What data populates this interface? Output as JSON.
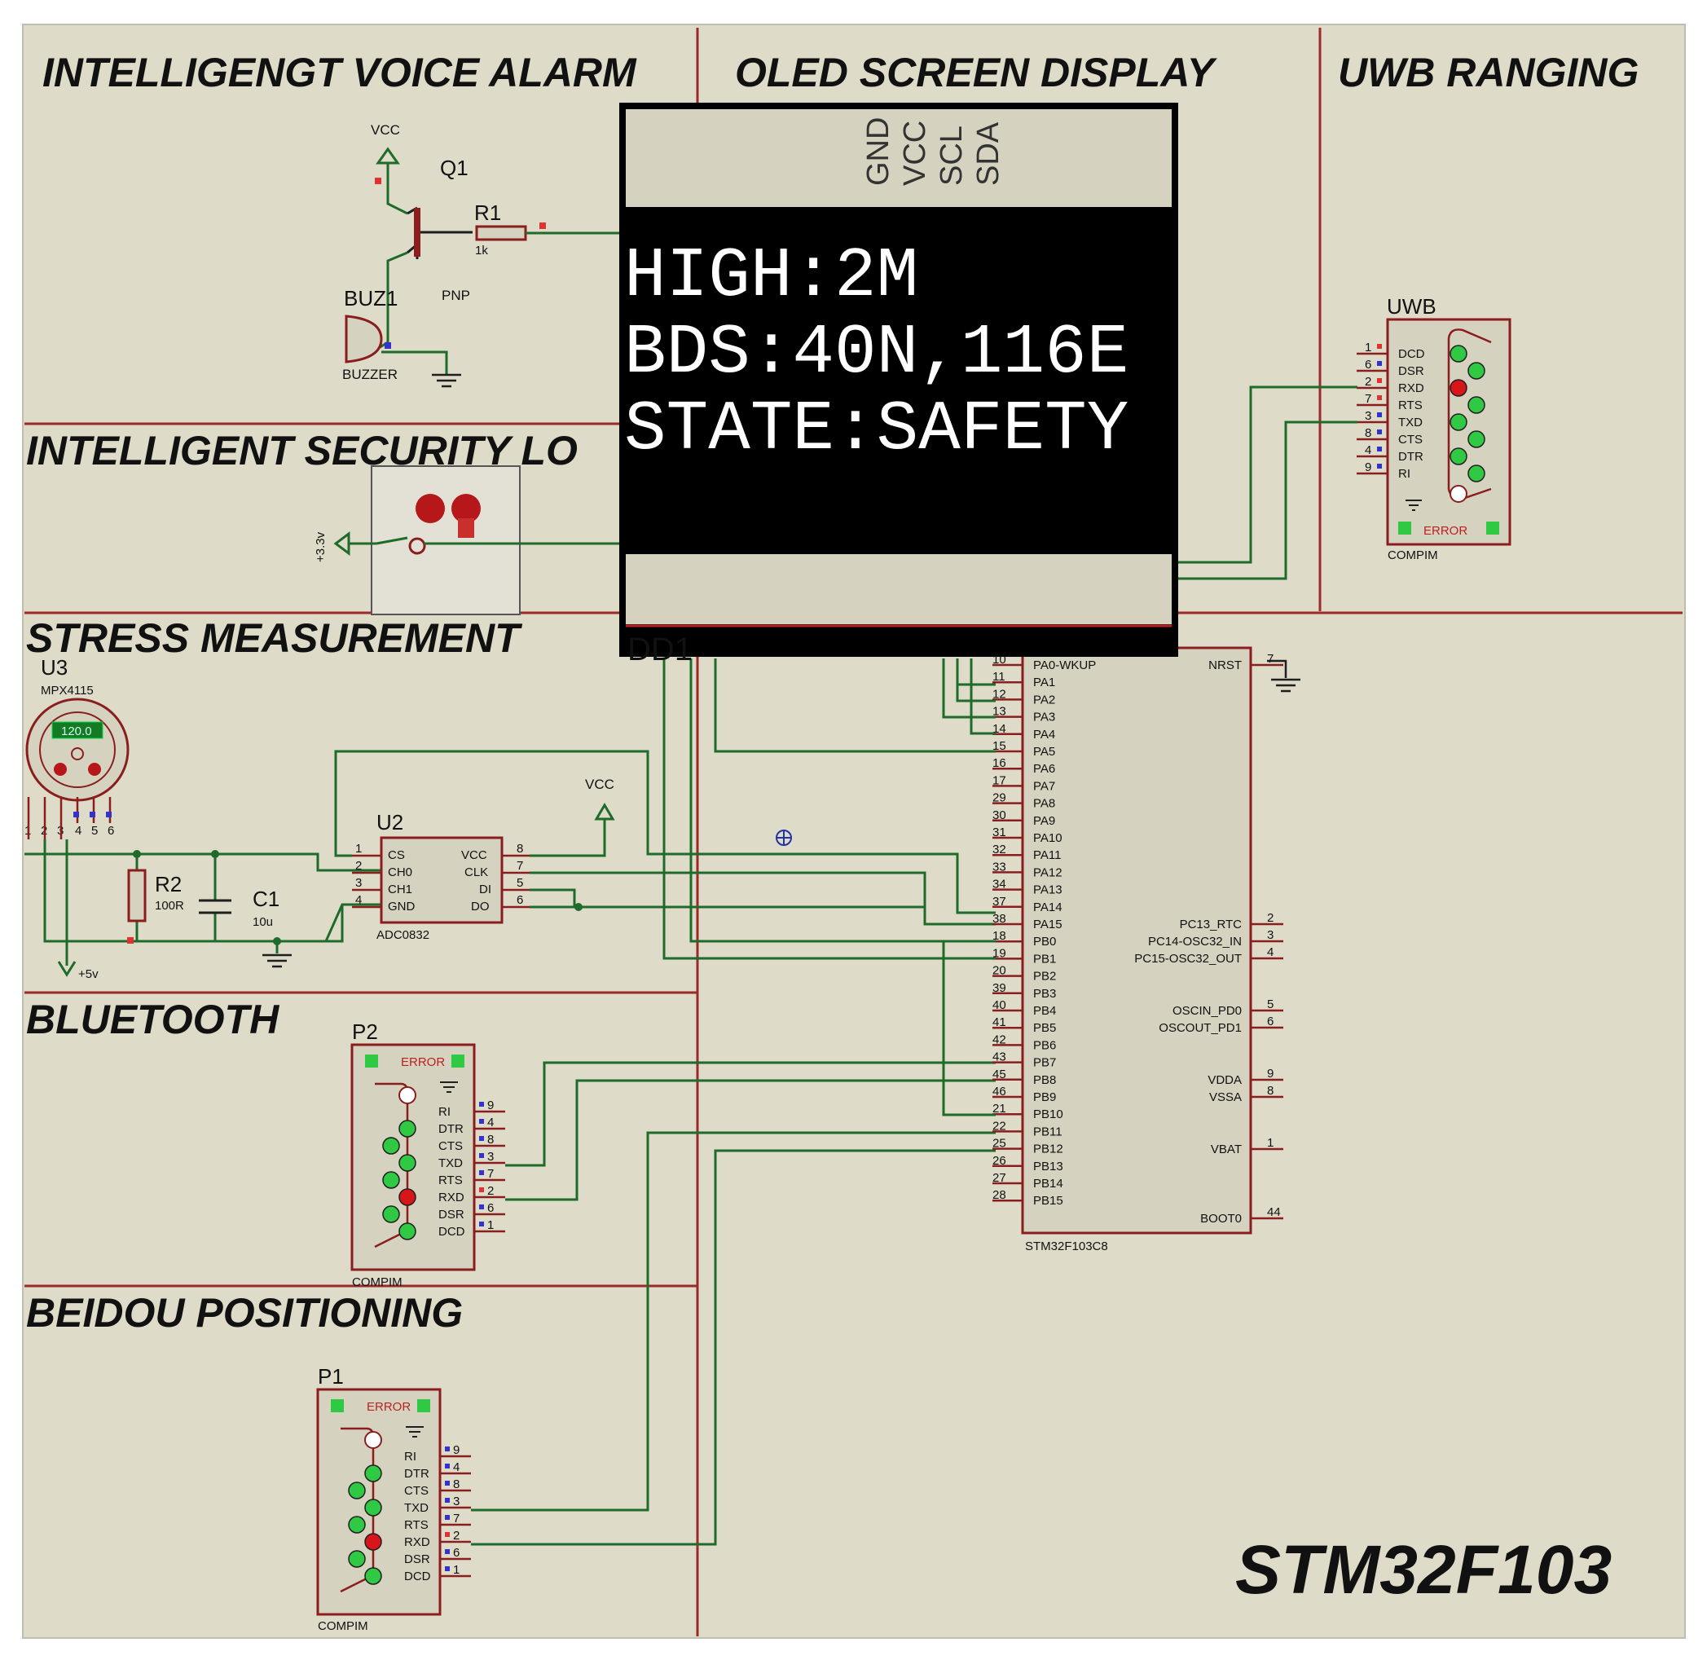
{
  "sections": {
    "voice_alarm": "INTELLIGENGT VOICE ALARM",
    "oled": "OLED SCREEN DISPLAY",
    "uwb": "UWB RANGING",
    "security_lock": "INTELLIGENT  SECURITY  LO",
    "stress": "STRESS  MEASUREMENT",
    "bluetooth": "BLUETOOTH",
    "beidou": "BEIDOU  POSITIONING",
    "mcu_title": "STM32F103"
  },
  "oled": {
    "pins": [
      "GND",
      "VCC",
      "SCL",
      "SDA"
    ],
    "lines": [
      "HIGH:2M",
      "BDS:40N,116E",
      "STATE:SAFETY"
    ],
    "partial_label": "DD1"
  },
  "alarm": {
    "vcc": "VCC",
    "transistor": "Q1",
    "transistor_type": "PNP",
    "resistor": "R1",
    "resistor_value": "1k",
    "buzzer": "BUZ1",
    "buzzer_type": "BUZZER"
  },
  "lock": {
    "supply": "+3.3v"
  },
  "uwb": {
    "title": "UWB",
    "part": "COMPIM",
    "error": "ERROR",
    "pin_numbers": [
      "1",
      "6",
      "2",
      "7",
      "3",
      "8",
      "4",
      "9"
    ],
    "signals": [
      "DCD",
      "DSR",
      "RXD",
      "RTS",
      "TXD",
      "CTS",
      "DTR",
      "RI"
    ]
  },
  "stress": {
    "sensor": "U3",
    "sensor_part": "MPX4115",
    "sensor_reading": "120.0",
    "sensor_pins": [
      "1",
      "2",
      "3",
      "4",
      "5",
      "6"
    ],
    "r2": "R2",
    "r2_value": "100R",
    "c1": "C1",
    "c1_value": "10u",
    "supply": "+5v",
    "vcc": "VCC",
    "adc": "U2",
    "adc_part": "ADC0832",
    "adc_left": [
      "CS",
      "CH0",
      "CH1",
      "GND"
    ],
    "adc_left_nums": [
      "1",
      "2",
      "3",
      "4"
    ],
    "adc_right": [
      "VCC",
      "CLK",
      "DI",
      "DO"
    ],
    "adc_right_nums": [
      "8",
      "7",
      "5",
      "6"
    ]
  },
  "bluetooth": {
    "title": "P2",
    "part": "COMPIM",
    "error": "ERROR",
    "signals": [
      "RI",
      "DTR",
      "CTS",
      "TXD",
      "RTS",
      "RXD",
      "DSR",
      "DCD"
    ],
    "pin_numbers": [
      "9",
      "4",
      "8",
      "3",
      "7",
      "2",
      "6",
      "1"
    ]
  },
  "beidou": {
    "title": "P1",
    "part": "COMPIM",
    "error": "ERROR",
    "signals": [
      "RI",
      "DTR",
      "CTS",
      "TXD",
      "RTS",
      "RXD",
      "DSR",
      "DCD"
    ],
    "pin_numbers": [
      "9",
      "4",
      "8",
      "3",
      "7",
      "2",
      "6",
      "1"
    ]
  },
  "mcu": {
    "part": "STM32F103C8",
    "left_pins": [
      "PA0-WKUP",
      "PA1",
      "PA2",
      "PA3",
      "PA4",
      "PA5",
      "PA6",
      "PA7",
      "PA8",
      "PA9",
      "PA10",
      "PA11",
      "PA12",
      "PA13",
      "PA14",
      "PA15",
      "PB0",
      "PB1",
      "PB2",
      "PB3",
      "PB4",
      "PB5",
      "PB6",
      "PB7",
      "PB8",
      "PB9",
      "PB10",
      "PB11",
      "PB12",
      "PB13",
      "PB14",
      "PB15"
    ],
    "left_nums": [
      "10",
      "11",
      "12",
      "13",
      "14",
      "15",
      "16",
      "17",
      "29",
      "30",
      "31",
      "32",
      "33",
      "34",
      "37",
      "38",
      "18",
      "19",
      "20",
      "39",
      "40",
      "41",
      "42",
      "43",
      "45",
      "46",
      "21",
      "22",
      "25",
      "26",
      "27",
      "28"
    ],
    "right_pins": [
      "NRST",
      "PC13_RTC",
      "PC14-OSC32_IN",
      "PC15-OSC32_OUT",
      "OSCIN_PD0",
      "OSCOUT_PD1",
      "VDDA",
      "VSSA",
      "VBAT",
      "BOOT0"
    ],
    "right_nums": [
      "7",
      "2",
      "3",
      "4",
      "5",
      "6",
      "9",
      "8",
      "1",
      "44"
    ]
  }
}
